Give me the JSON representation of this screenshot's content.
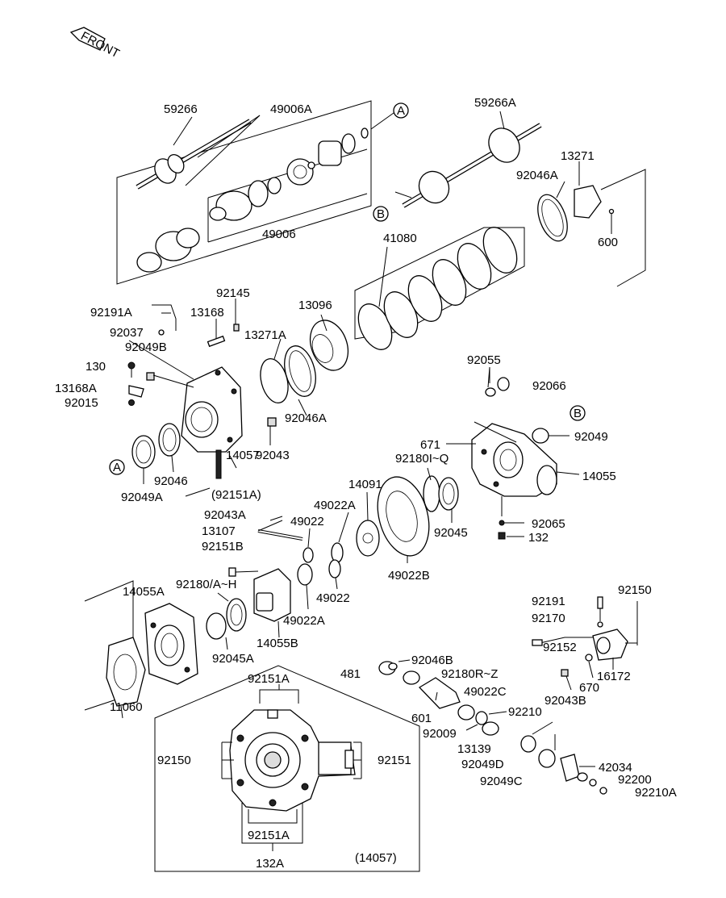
{
  "front_marker": "FRONT",
  "ref_circles": {
    "A": "A",
    "B": "B"
  },
  "inset_caption": "(14057)",
  "labels": {
    "p59266": "59266",
    "p49006A": "49006A",
    "p49006": "49006",
    "p59266A": "59266A",
    "p13271": "13271",
    "p92046A": "92046A",
    "p600": "600",
    "p41080": "41080",
    "p92145": "92145",
    "p92191A": "92191A",
    "p13168": "13168",
    "p13096": "13096",
    "p92037": "92037",
    "p13271A": "13271A",
    "p92049B": "92049B",
    "p130": "130",
    "p13168A": "13168A",
    "p92015": "92015",
    "p92046A_2": "92046A",
    "p92055": "92055",
    "p92066": "92066",
    "p92049": "92049",
    "p671": "671",
    "p92180IQ": "92180I~Q",
    "p14055": "14055",
    "p92043": "92043",
    "p14057": "14057",
    "p92046": "92046",
    "p92049A": "92049A",
    "p92151A_p": "(92151A)",
    "p14091": "14091",
    "p49022A_t": "49022A",
    "p92043A": "92043A",
    "p49022_t": "49022",
    "p13107": "13107",
    "p92045": "92045",
    "p92065": "92065",
    "p132": "132",
    "p92151B": "92151B",
    "p49022B": "49022B",
    "p92180AH": "92180/A~H",
    "p49022_b": "49022",
    "p14055A": "14055A",
    "p49022A_b": "49022A",
    "p14055B": "14055B",
    "p92045A": "92045A",
    "p92191": "92191",
    "p92150_r": "92150",
    "p92170": "92170",
    "p92152": "92152",
    "p16172": "16172",
    "p670": "670",
    "p92043B": "92043B",
    "p92046B": "92046B",
    "p481": "481",
    "p92180RZ": "92180R~Z",
    "p11060": "11060",
    "p49022C": "49022C",
    "p601": "601",
    "p92210": "92210",
    "p92009": "92009",
    "p13139": "13139",
    "p92049D": "92049D",
    "p42034": "42034",
    "p92049C": "92049C",
    "p92200": "92200",
    "p92210A": "92210A",
    "p92151A_top": "92151A",
    "p92150_i": "92150",
    "p92151_i": "92151",
    "p92151A_bot": "92151A",
    "p132A": "132A"
  }
}
